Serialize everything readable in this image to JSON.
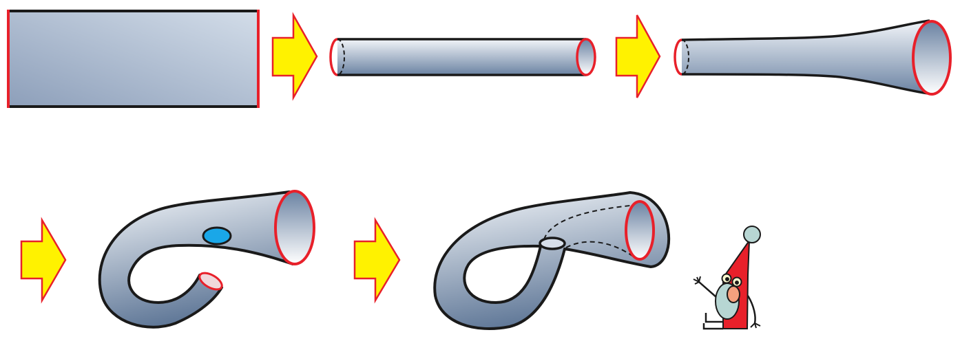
{
  "colors": {
    "surface_light": "#eef2f7",
    "surface_dark": "#5f7797",
    "edge_red": "#e8202a",
    "outline": "#1a1a1a",
    "arrow_fill": "#fff200",
    "arrow_stroke": "#e8202a",
    "hole_blue": "#1aa7e8",
    "gnome_red": "#e8202a",
    "gnome_teal": "#b7d6d3",
    "gnome_nose": "#f4a07e"
  },
  "steps": [
    {
      "name": "rectangle"
    },
    {
      "name": "cylinder"
    },
    {
      "name": "flared-tube"
    },
    {
      "name": "bent-tube-with-hole"
    },
    {
      "name": "klein-bottle"
    }
  ],
  "icons": [
    "arrow-right-icon",
    "gnome-figure"
  ]
}
